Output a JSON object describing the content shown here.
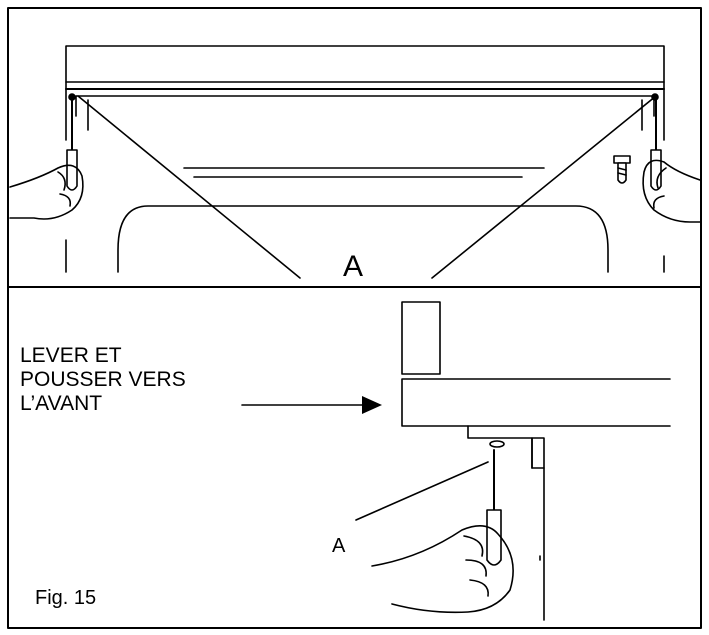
{
  "labels": {
    "callout_top": "A",
    "callout_bottom": "A",
    "instruction_line1": "LEVER ET",
    "instruction_line2": "POUSSER VERS",
    "instruction_line3": "L’AVANT",
    "figure_caption": "Fig. 15"
  },
  "icons": {
    "hand_screwdriver": "hand-holding-screwdriver-icon",
    "screw": "screw-icon"
  },
  "colors": {
    "ink": "#000000",
    "paper": "#ffffff"
  }
}
